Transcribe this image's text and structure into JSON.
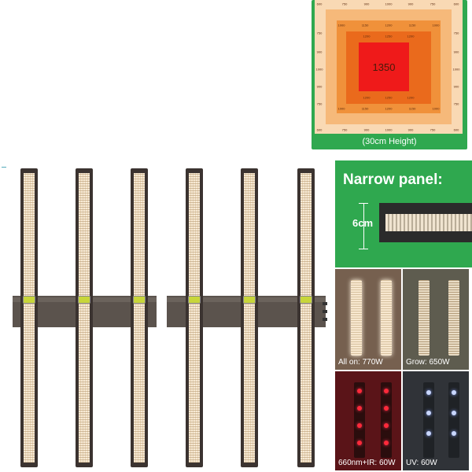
{
  "ppfd_map": {
    "center_value": "1350",
    "caption": "(30cm Height)",
    "outer_values": [
      "600",
      "750",
      "900",
      "1000",
      "900",
      "750",
      "600"
    ],
    "ring2_values": [
      "1000",
      "1150",
      "1200",
      "1150",
      "1000"
    ],
    "ring3_values": [
      "1200",
      "1250",
      "1200"
    ]
  },
  "narrow_panel": {
    "title": "Narrow panel:",
    "width_label": "6cm"
  },
  "modes": [
    {
      "label": "All on: 770W"
    },
    {
      "label": "Grow: 650W"
    },
    {
      "label": "660nm+IR: 60W"
    },
    {
      "label": "UV: 60W"
    }
  ]
}
